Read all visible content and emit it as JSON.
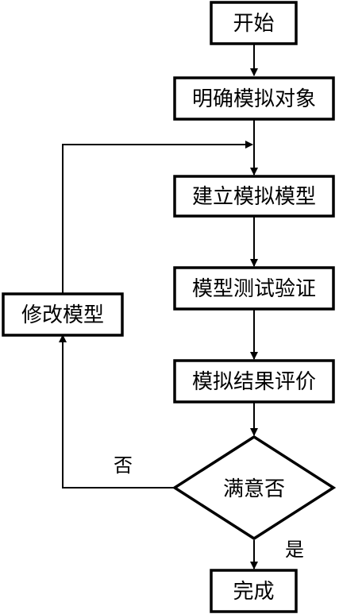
{
  "diagram": {
    "type": "flowchart",
    "nodes": {
      "start": "开始",
      "define_object": "明确模拟对象",
      "build_model": "建立模拟模型",
      "test_model": "模型测试验证",
      "evaluate": "模拟结果评价",
      "decision": "满意否",
      "modify_model": "修改模型",
      "done": "完成"
    },
    "edges": {
      "decision_no": "否",
      "decision_yes": "是"
    },
    "colors": {
      "stroke": "#000000",
      "fill": "#ffffff"
    }
  }
}
